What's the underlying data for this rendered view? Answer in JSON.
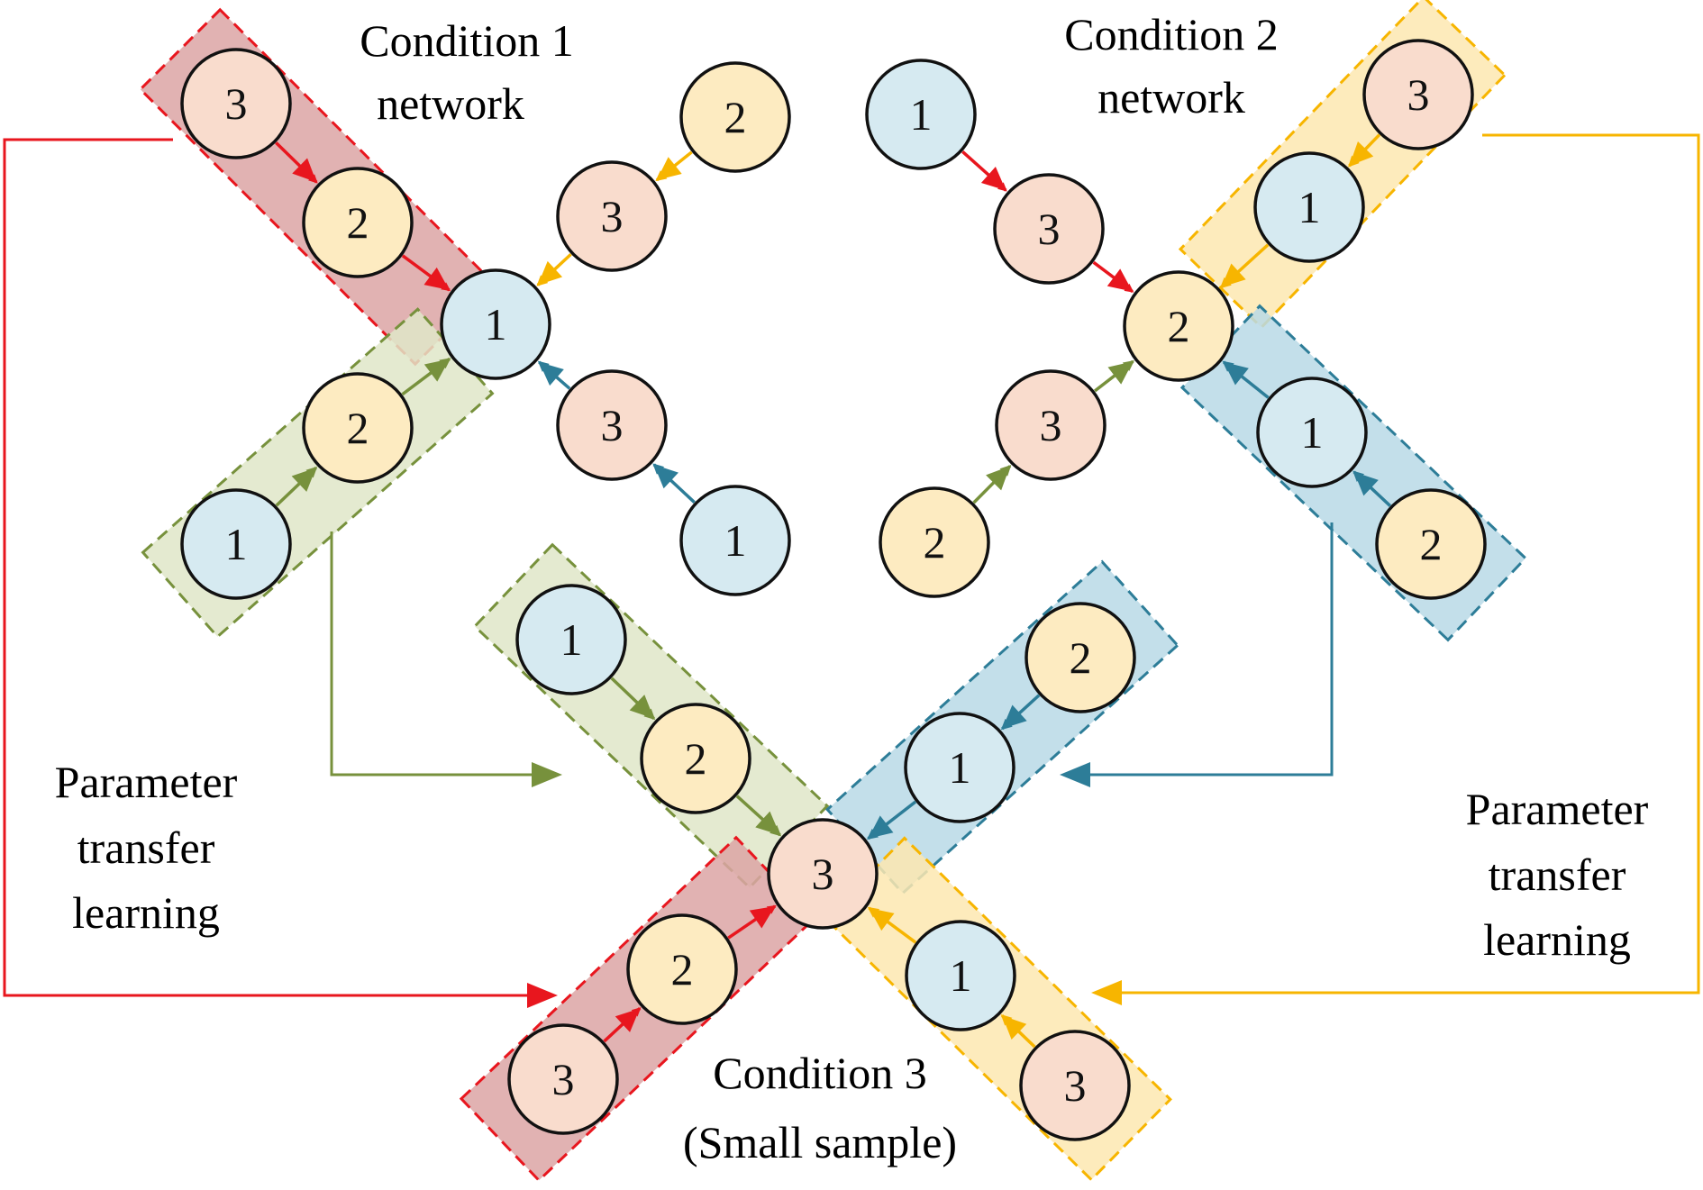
{
  "colors": {
    "red": "#e8161e",
    "yellow": "#f7b500",
    "green": "#77913c",
    "teal": "#2d7d98",
    "band_red": "#dca4a4",
    "band_yellow": "#fde8b0",
    "band_green": "#dfe6c8",
    "band_teal": "#b8d9e6",
    "node_1": "#d6eaf1",
    "node_2": "#fdebc1",
    "node_3": "#f9dccd"
  },
  "labels": {
    "condition1": [
      "Condition 1",
      "network"
    ],
    "condition2": [
      "Condition 2",
      "network"
    ],
    "condition3": [
      "Condition 3",
      "(Small sample)"
    ],
    "transfer_left": [
      "Parameter",
      "transfer",
      "learning"
    ],
    "transfer_right": [
      "Parameter",
      "transfer",
      "learning"
    ]
  },
  "networks": {
    "condition1": {
      "center": "1",
      "chains": [
        {
          "nodes": [
            "3",
            "2"
          ],
          "color": "red",
          "band": true
        },
        {
          "nodes": [
            "2",
            "3"
          ],
          "color": "yellow",
          "band": false
        },
        {
          "nodes": [
            "1",
            "2"
          ],
          "color": "green",
          "band": true
        },
        {
          "nodes": [
            "1",
            "3"
          ],
          "color": "teal",
          "band": false
        }
      ]
    },
    "condition2": {
      "center": "2",
      "chains": [
        {
          "nodes": [
            "1",
            "3"
          ],
          "color": "red",
          "band": false
        },
        {
          "nodes": [
            "3",
            "1"
          ],
          "color": "yellow",
          "band": true
        },
        {
          "nodes": [
            "2",
            "3"
          ],
          "color": "green",
          "band": false
        },
        {
          "nodes": [
            "2",
            "1"
          ],
          "color": "teal",
          "band": true
        }
      ]
    },
    "condition3": {
      "center": "3",
      "chains": [
        {
          "nodes": [
            "1",
            "2"
          ],
          "color": "green",
          "band": true
        },
        {
          "nodes": [
            "2",
            "1"
          ],
          "color": "teal",
          "band": true
        },
        {
          "nodes": [
            "3",
            "2"
          ],
          "color": "red",
          "band": true
        },
        {
          "nodes": [
            "3",
            "1"
          ],
          "color": "yellow",
          "band": true
        }
      ]
    }
  },
  "transfers": [
    {
      "from": "condition1-red-band",
      "to": "condition3-red-band",
      "color": "red"
    },
    {
      "from": "condition1-green-band",
      "to": "condition3-green-band",
      "color": "green"
    },
    {
      "from": "condition2-teal-band",
      "to": "condition3-teal-band",
      "color": "teal"
    },
    {
      "from": "condition2-yellow-band",
      "to": "condition3-yellow-band",
      "color": "yellow"
    }
  ]
}
